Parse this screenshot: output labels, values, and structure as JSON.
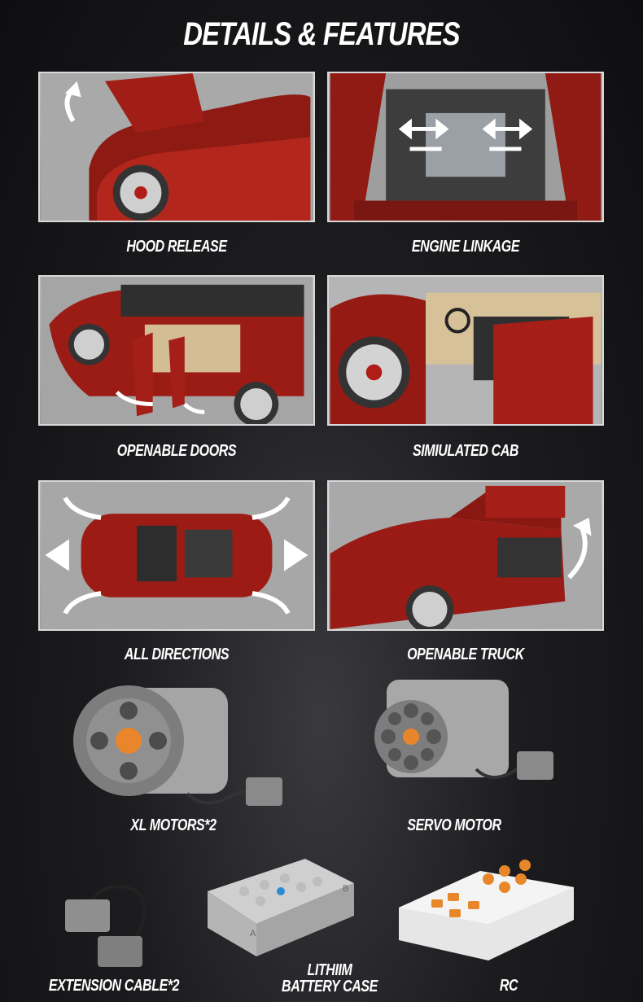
{
  "title": "DETAILS & FEATURES",
  "features": [
    {
      "label": "HOOD RELEASE",
      "icon": "hood-open-icon"
    },
    {
      "label": "ENGINE LINKAGE",
      "icon": "engine-icon"
    },
    {
      "label": "OPENABLE DOORS",
      "icon": "door-open-icon"
    },
    {
      "label": "SIMIULATED CAB",
      "icon": "cab-icon"
    },
    {
      "label": "ALL DIRECTIONS",
      "icon": "all-directions-icon"
    },
    {
      "label": "OPENABLE TRUCK",
      "icon": "trunk-open-icon"
    }
  ],
  "parts": [
    {
      "label": "XL MOTORS*2"
    },
    {
      "label": "SERVO MOTOR"
    },
    {
      "label": "EXTENSION CABLE*2"
    },
    {
      "label_line1": "LITHIIM",
      "label_line2": "BATTERY CASE",
      "marks": [
        "A",
        "B"
      ]
    },
    {
      "label": "RC"
    }
  ],
  "colors": {
    "car_red": "#9c1a14",
    "panel_grey": "#a8a8a8",
    "motor_grey": "#8a8a8a",
    "accent_orange": "#e9852a"
  }
}
